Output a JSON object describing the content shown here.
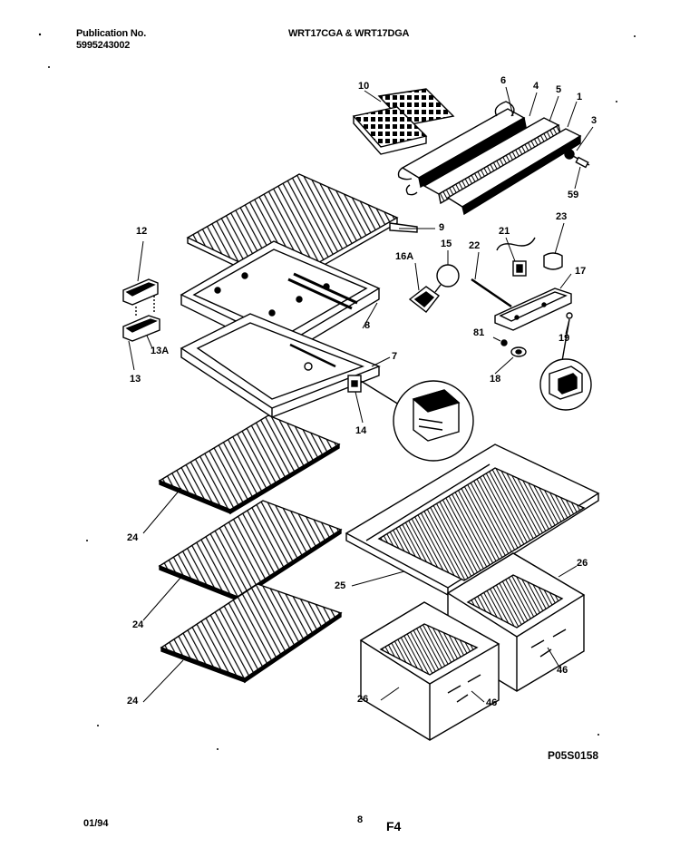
{
  "header": {
    "publication_label": "Publication No.",
    "publication_number": "5995243002",
    "model_title": "WRT17CGA & WRT17DGA"
  },
  "footer": {
    "date": "01/94",
    "page_number": "8",
    "figure_code": "F4",
    "drawing_code": "P05S0158"
  },
  "parts": {
    "p1": "1",
    "p3": "3",
    "p4": "4",
    "p5": "5",
    "p6": "6",
    "p7": "7",
    "p8": "8",
    "p9": "9",
    "p10": "10",
    "p12": "12",
    "p13": "13",
    "p13a": "13A",
    "p14": "14",
    "p15": "15",
    "p16a": "16A",
    "p17": "17",
    "p18": "18",
    "p19": "19",
    "p21": "21",
    "p22": "22",
    "p23": "23",
    "p24a": "24",
    "p24b": "24",
    "p24c": "24",
    "p25": "25",
    "p26a": "26",
    "p26b": "26",
    "p46a": "46",
    "p46b": "46",
    "p59": "59",
    "p81": "81"
  }
}
